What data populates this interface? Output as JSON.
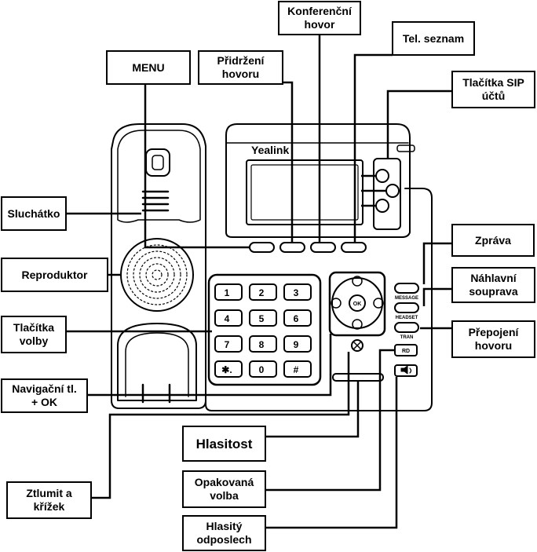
{
  "phone": {
    "brand": "Yealink",
    "keypad": [
      "1",
      "2",
      "3",
      "4",
      "5",
      "6",
      "7",
      "8",
      "9",
      "✱.",
      "0",
      "#"
    ],
    "ok_label": "OK",
    "key_captions": {
      "message": "MESSAGE",
      "headset": "HEADSET",
      "tran": "TRAN",
      "rd": "RD"
    }
  },
  "labels": {
    "menu": "MENU",
    "hold": "Přidržení\nhovoru",
    "conference": "Konferenční\nhovor",
    "phonebook": "Tel. seznam",
    "sip_accounts": "Tlačítka SIP\núčtů",
    "handset": "Sluchátko",
    "speaker": "Reproduktor",
    "dial_keys": "Tlačítka\nvolby",
    "navigation": "Navigační tl.\n+ OK",
    "message": "Zpráva",
    "headset": "Náhlavní\nsouprava",
    "transfer": "Přepojení\nhovoru",
    "volume": "Hlasitost",
    "redial": "Opakovaná\nvolba",
    "mute": "Ztlumit a\nkřížek",
    "speakerphone": "Hlasitý\nodposlech"
  }
}
